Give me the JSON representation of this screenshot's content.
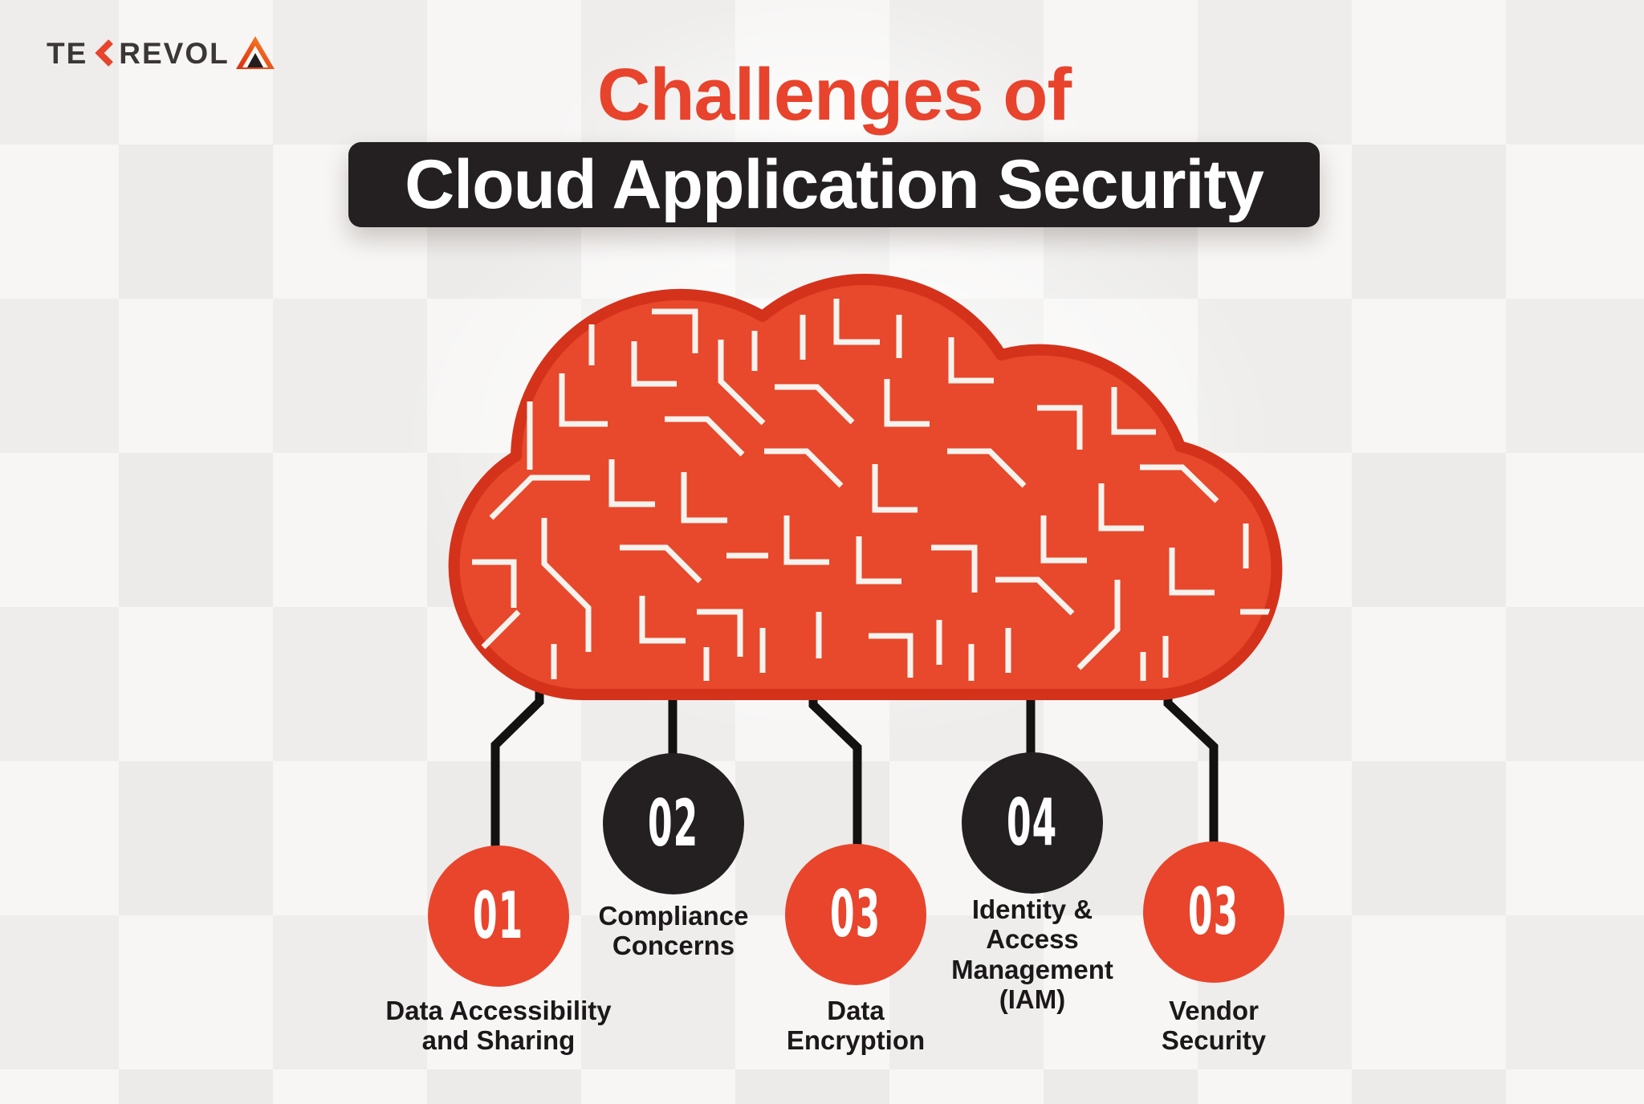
{
  "logo": {
    "wordmark_left": "TE",
    "wordmark_right": "REVOL",
    "k_icon": "chevron-left-icon",
    "badge_icon": "tekrevol-triangle-icon"
  },
  "title": {
    "line1": "Challenges of",
    "line2": "Cloud Application Security"
  },
  "items": [
    {
      "number": "01",
      "label": "Data Accessibility\nand Sharing",
      "variant": "red"
    },
    {
      "number": "02",
      "label": "Compliance\nConcerns",
      "variant": "dark"
    },
    {
      "number": "03",
      "label": "Data\nEncryption",
      "variant": "red"
    },
    {
      "number": "04",
      "label": "Identity &\nAccess\nManagement\n(IAM)",
      "variant": "dark"
    },
    {
      "number": "03",
      "label": "Vendor\nSecurity",
      "variant": "red"
    }
  ],
  "colors": {
    "accent_red": "#E8432C",
    "cloud_fill": "#E8482B",
    "cloud_border": "#D5321B",
    "circuit_line": "#F6F3EF",
    "dark_circle": "#242021",
    "connector": "#141111",
    "label_text": "#1C1819",
    "number_text": "#FFFFFF",
    "title_bar_bg": "#242021",
    "title_bar_text": "#FFFFFF",
    "background": "#F2F1F0"
  }
}
